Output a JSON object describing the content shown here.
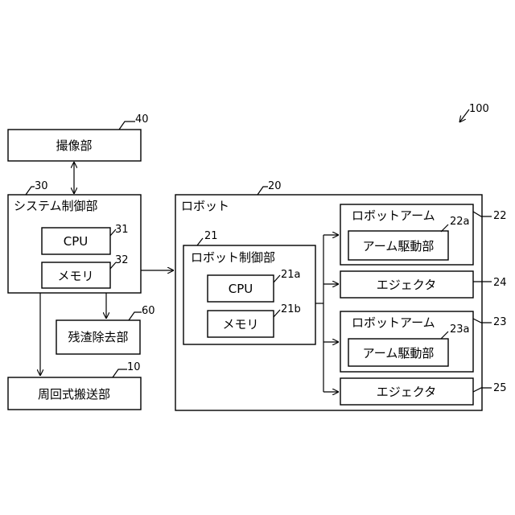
{
  "diagram": {
    "system_ref": "100",
    "camera": {
      "label": "撮像部",
      "ref": "40"
    },
    "system_control": {
      "label": "システム制御部",
      "ref": "30",
      "cpu": {
        "label": "CPU",
        "ref": "31"
      },
      "memory": {
        "label": "メモリ",
        "ref": "32"
      }
    },
    "residue_removal": {
      "label": "残渣除去部",
      "ref": "60"
    },
    "conveyor": {
      "label": "周回式搬送部",
      "ref": "10"
    },
    "robot": {
      "label": "ロボット",
      "ref": "20",
      "control": {
        "label": "ロボット制御部",
        "ref": "21",
        "cpu": {
          "label": "CPU",
          "ref": "21a"
        },
        "memory": {
          "label": "メモリ",
          "ref": "21b"
        }
      },
      "arm1": {
        "label": "ロボットアーム",
        "ref": "22",
        "drive": {
          "label": "アーム駆動部",
          "ref": "22a"
        }
      },
      "ejector1": {
        "label": "エジェクタ",
        "ref": "24"
      },
      "arm2": {
        "label": "ロボットアーム",
        "ref": "23",
        "drive": {
          "label": "アーム駆動部",
          "ref": "23a"
        }
      },
      "ejector2": {
        "label": "エジェクタ",
        "ref": "25"
      }
    }
  }
}
